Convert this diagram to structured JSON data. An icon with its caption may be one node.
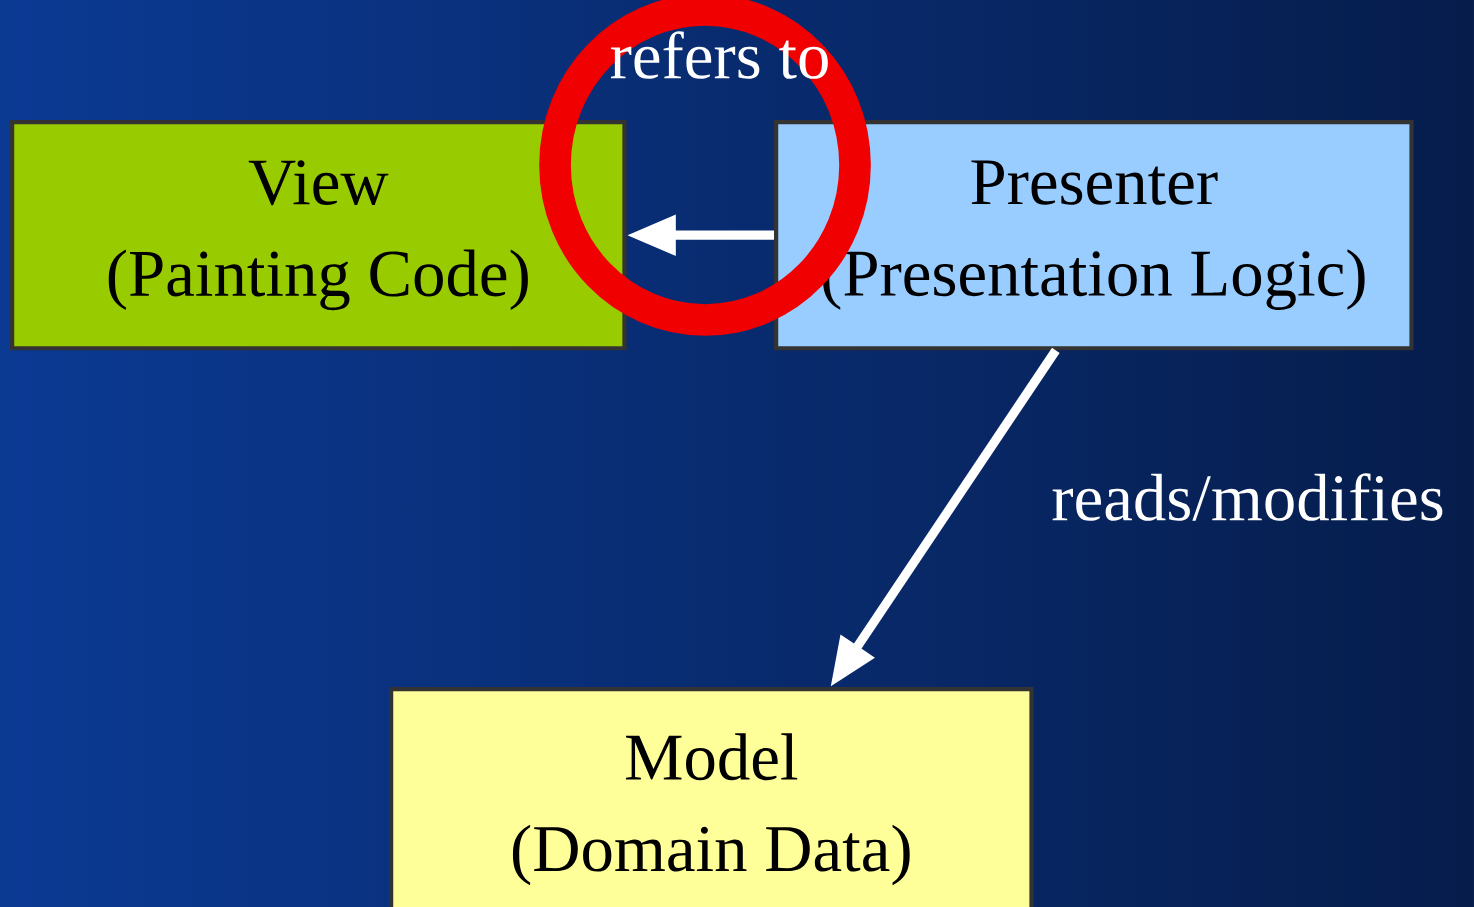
{
  "diagram": {
    "nodes": [
      {
        "text": [
          "View",
          "(Painting Code)"
        ]
      },
      {
        "text": [
          "Presenter",
          "(Presentation Logic)"
        ]
      },
      {
        "text": [
          "Model",
          "(Domain Data)"
        ]
      }
    ],
    "edges": [
      {
        "from": 1,
        "to": 0,
        "arrow": "to",
        "label": "refers to"
      },
      {
        "from": 1,
        "to": 2,
        "arrow": "to",
        "label": "reads/modifies"
      }
    ]
  }
}
